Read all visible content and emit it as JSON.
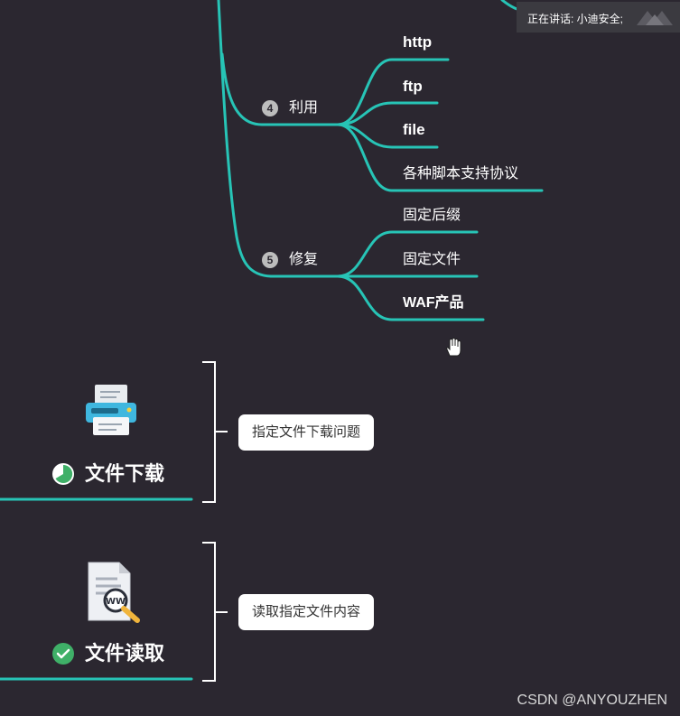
{
  "speaker": {
    "label": "正在讲话: 小迪安全;"
  },
  "mindmap": {
    "branches": [
      {
        "number": "4",
        "label": "利用",
        "children": [
          "http",
          "ftp",
          "file",
          "各种脚本支持协议"
        ]
      },
      {
        "number": "5",
        "label": "修复",
        "children": [
          "固定后缀",
          "固定文件",
          "WAF产品"
        ]
      }
    ]
  },
  "sections": [
    {
      "title": "文件下载",
      "callout": "指定文件下载问题",
      "icon": "printer-icon",
      "status": "progress-circle-icon"
    },
    {
      "title": "文件读取",
      "callout": "读取指定文件内容",
      "icon": "document-search-icon",
      "status": "check-circle-icon"
    }
  ],
  "colors": {
    "background": "#2b2730",
    "connector": "#27c4b6",
    "bracket": "#ffffff",
    "status_green": "#3fb068"
  },
  "watermark": {
    "text": "CSDN @ANYOUZHEN"
  }
}
